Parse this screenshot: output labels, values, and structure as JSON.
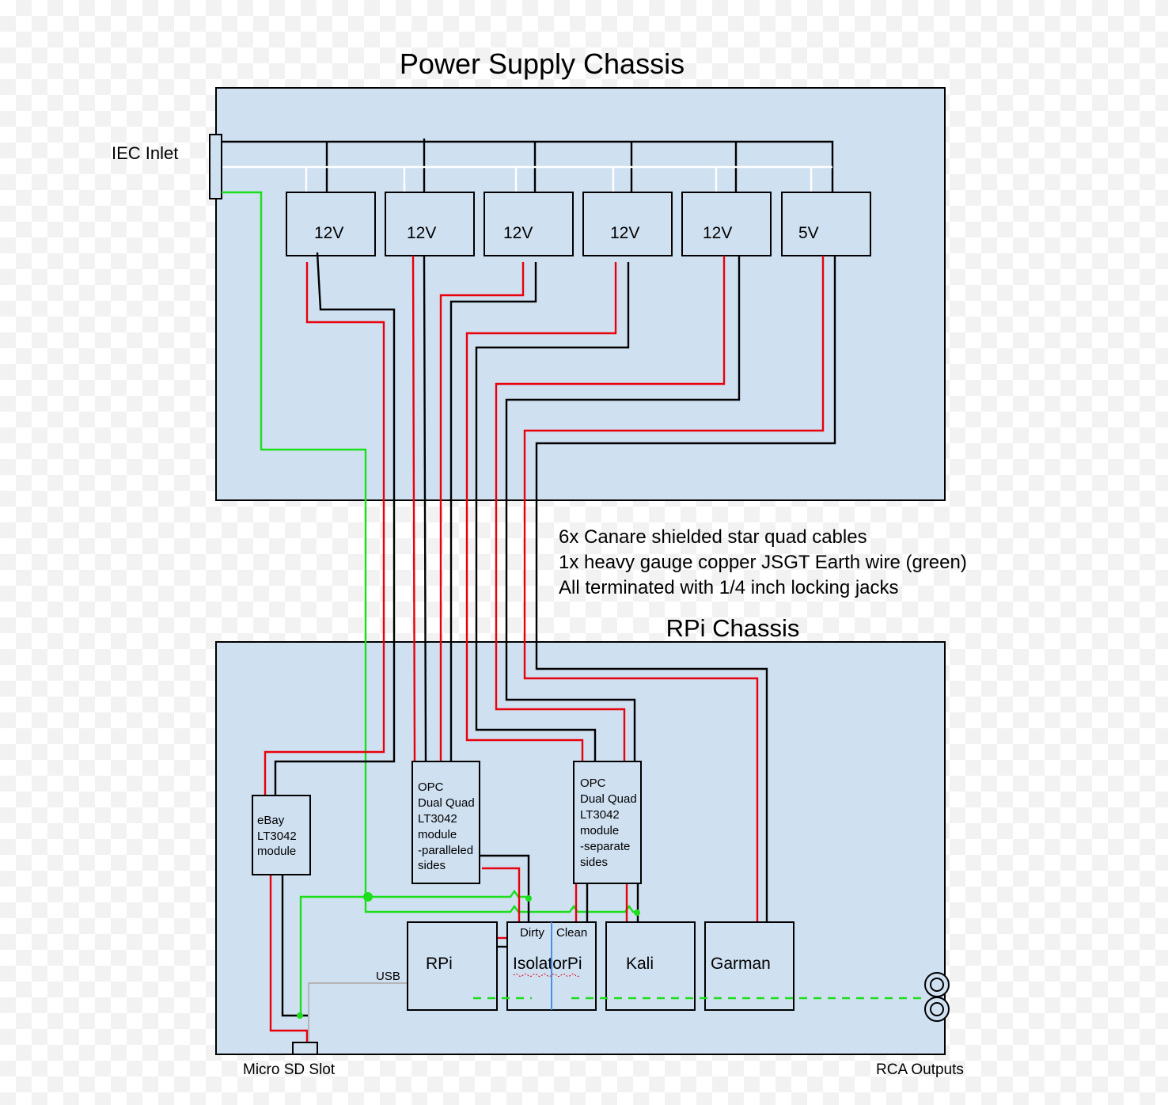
{
  "power_chassis": {
    "title": "Power Supply Chassis",
    "iec_inlet_label": "IEC Inlet",
    "supplies": [
      {
        "label": "12V"
      },
      {
        "label": "12V"
      },
      {
        "label": "12V"
      },
      {
        "label": "12V"
      },
      {
        "label": "12V"
      },
      {
        "label": "5V"
      }
    ]
  },
  "cable_note": {
    "lines": [
      "6x Canare shielded star quad cables",
      "1x heavy gauge copper JSGT Earth wire (green)",
      "All terminated with 1/4 inch locking jacks"
    ]
  },
  "rpi_chassis": {
    "title": "RPi Chassis",
    "ebay_module_lines": [
      "eBay",
      "LT3042",
      "module"
    ],
    "opc_paralleled_lines": [
      "OPC",
      "Dual Quad",
      "LT3042",
      "module",
      "-paralleled",
      "sides"
    ],
    "opc_separate_lines": [
      "OPC",
      "Dual Quad",
      "LT3042",
      "module",
      "-separate",
      "sides"
    ],
    "rpi_label": "RPi",
    "isolator_label": "IsolatorPi",
    "isolator_dirty_label": "Dirty",
    "isolator_clean_label": "Clean",
    "kali_label": "Kali",
    "garman_label": "Garman",
    "usb_label": "USB",
    "micro_sd_label": "Micro SD Slot",
    "rca_label": "RCA Outputs"
  },
  "wire_colors": {
    "positive": "#e8000b",
    "negative": "#000000",
    "earth": "#1adf1a",
    "mains": "#ffffff",
    "usb": "#b5b5b5",
    "isolation": "#4a8fe0",
    "chassis_fill": "#cfe0f1"
  }
}
